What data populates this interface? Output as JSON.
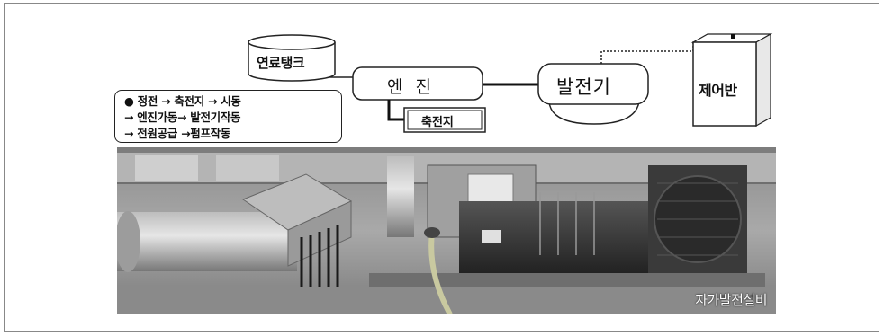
{
  "diagram": {
    "fuel_tank": "연료탱크",
    "engine": "엔 진",
    "generator": "발전기",
    "control_panel": "제어반",
    "battery": "축전지",
    "process_notes": [
      "●  정전 → 축전지 → 시동",
      "→ 엔진가동→ 발전기작동",
      "→ 전원공급 →펌프작동"
    ]
  },
  "photo": {
    "caption": "자가발전설비"
  }
}
